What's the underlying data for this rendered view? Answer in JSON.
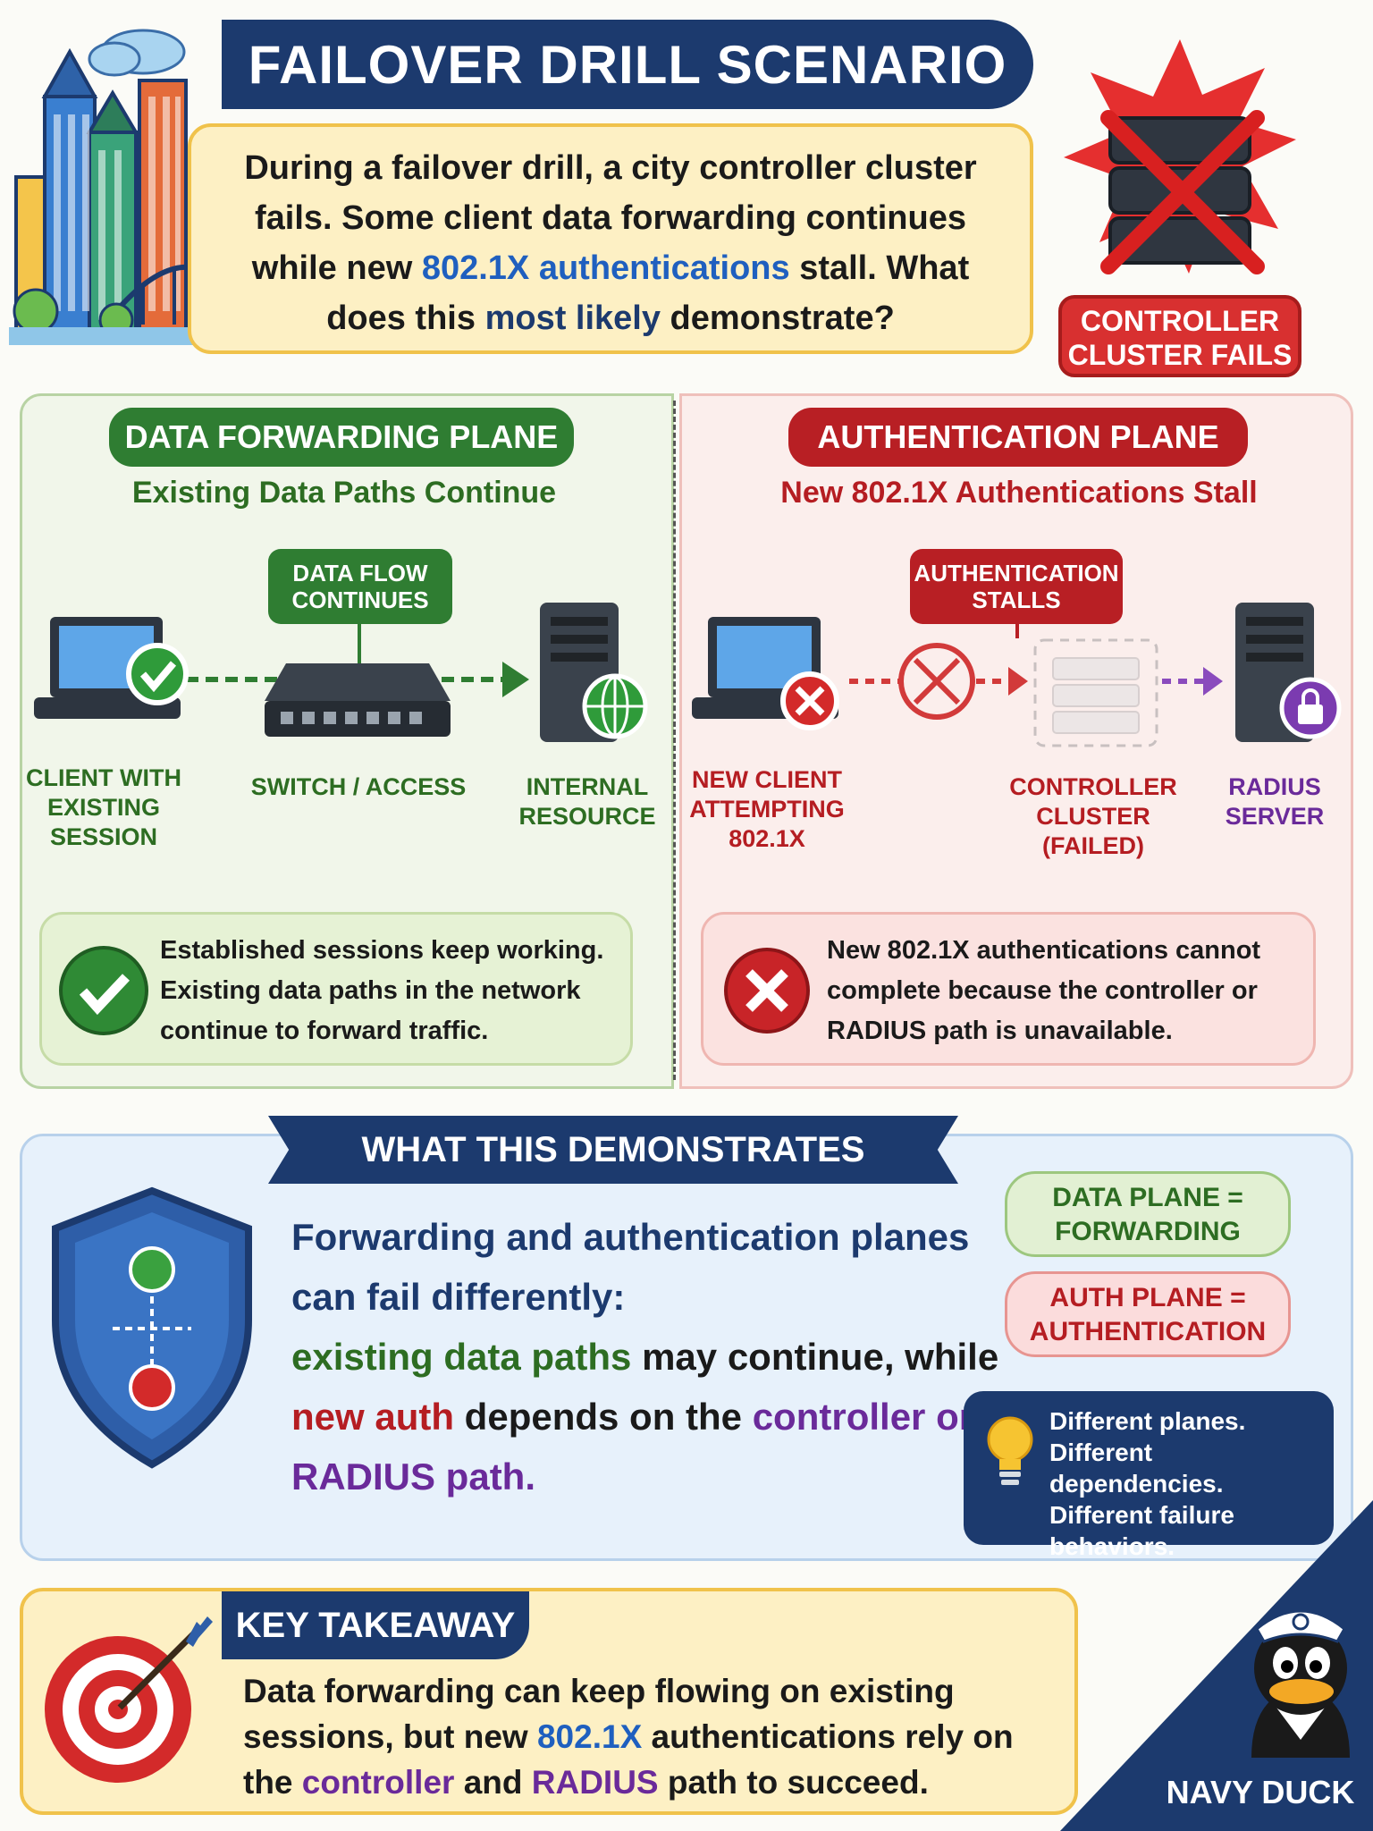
{
  "header": {
    "title": "FAILOVER DRILL SCENARIO",
    "question": {
      "part1": "During a failover drill, a city controller cluster fails. Some client data forwarding continues while new ",
      "term": "802.1X authentications",
      "part2": " stall. What does this ",
      "emph": "most likely",
      "part3": " demonstrate?"
    },
    "fail_badge": "CONTROLLER CLUSTER FAILS"
  },
  "data_plane": {
    "title": "DATA FORWARDING PLANE",
    "subtitle": "Existing Data Paths Continue",
    "flow_label": "DATA FLOW CONTINUES",
    "devices": [
      {
        "label": "CLIENT WITH EXISTING SESSION",
        "icon": "laptop-check-icon"
      },
      {
        "label": "SWITCH / ACCESS",
        "icon": "switch-icon"
      },
      {
        "label": "INTERNAL RESOURCE",
        "icon": "server-globe-icon"
      }
    ],
    "note": "Established sessions keep working. Existing data paths in the network continue to forward traffic."
  },
  "auth_plane": {
    "title": "AUTHENTICATION PLANE",
    "subtitle": "New 802.1X Authentications Stall",
    "stall_label": "AUTHENTICATION STALLS",
    "devices": [
      {
        "label": "NEW CLIENT ATTEMPTING 802.1X",
        "icon": "laptop-x-icon"
      },
      {
        "label": "CONTROLLER CLUSTER (FAILED)",
        "icon": "failed-controller-icon"
      },
      {
        "label": "RADIUS SERVER",
        "icon": "server-lock-icon"
      }
    ],
    "note": "New 802.1X authentications cannot complete because the controller or RADIUS path is unavailable."
  },
  "demonstrates": {
    "title": "WHAT THIS DEMONSTRATES",
    "line1": "Forwarding and authentication planes can fail differently:",
    "green": "existing data paths",
    "mid1": " may continue, while ",
    "red": "new auth",
    "mid2": " depends on the ",
    "purple": "controller or RADIUS path.",
    "tag_data": "DATA PLANE = FORWARDING",
    "tag_auth": "AUTH PLANE = AUTHENTICATION",
    "tip": "Different planes. Different dependencies. Different failure behaviors."
  },
  "takeaway": {
    "title": "KEY TAKEAWAY",
    "part1": "Data forwarding can keep flowing on existing sessions, but new ",
    "term1": "802.1X",
    "part2": " authentications rely on the ",
    "term2": "controller",
    "part3": " and ",
    "term3": "RADIUS",
    "part4": " path to succeed."
  },
  "mascot": {
    "label": "NAVY DUCK"
  },
  "colors": {
    "navy": "#1c3a6e",
    "green": "#2f7d32",
    "red": "#b81f24",
    "purple": "#6a2a9a",
    "blue": "#1f5fbf",
    "yellow": "#fdf0c4"
  }
}
